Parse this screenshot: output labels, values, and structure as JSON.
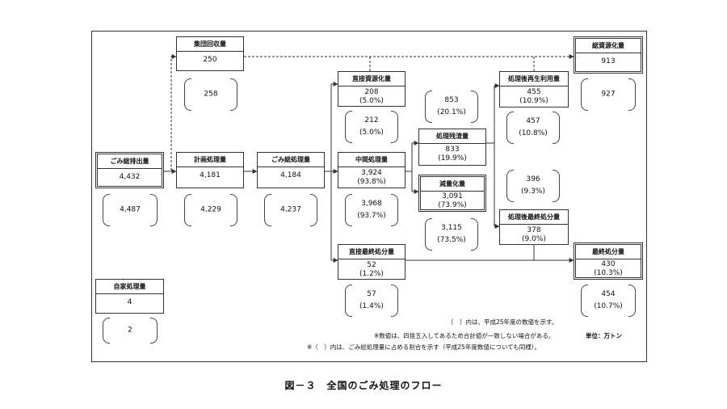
{
  "nodes": {
    "shuudan": {
      "label": "集団回収量",
      "value": "250",
      "prev": "258"
    },
    "gomi_haishutsu": {
      "label": "ごみ総排出量",
      "value": "4,432",
      "prev": "4,487"
    },
    "keikaku": {
      "label": "計画処理量",
      "value": "4,181",
      "prev": "4,229"
    },
    "gomi_shori": {
      "label": "ごみ総処理量",
      "value": "4,184",
      "prev": "4,237"
    },
    "jika": {
      "label": "自家処理量",
      "value": "4",
      "prev": "2"
    },
    "chokusetsu_shigen": {
      "label": "直接資源化量",
      "value": "208",
      "pct": "(5.0%)",
      "prev": "212",
      "prev_pct": "(5.0%)"
    },
    "chukan": {
      "label": "中間処理量",
      "value": "3,924",
      "pct": "(93.8%)",
      "prev": "3,968",
      "prev_pct": "(93.7%)"
    },
    "chokusetsu_saishu": {
      "label": "直接最終処分量",
      "value": "52",
      "pct": "(1.2%)",
      "prev": "57",
      "prev_pct": "(1.4%)"
    },
    "shori_zansa": {
      "label": "処理残渣量",
      "value": "833",
      "pct": "(19.9%)",
      "prev": "853",
      "prev_pct": "(20.1%)"
    },
    "genryou": {
      "label": "減量化量",
      "value": "3,091",
      "pct": "(73.9%)",
      "prev": "3,115",
      "prev_pct": "(73.5%)"
    },
    "saisei_riyou": {
      "label": "処理後再生利用量",
      "value": "455",
      "pct": "(10.9%)",
      "prev": "457",
      "prev_pct": "(10.8%)"
    },
    "saishu_go": {
      "label": "処理後最終処分量",
      "value": "378",
      "pct": "(9.0%)",
      "prev": "396",
      "prev_pct": "(9.3%)"
    },
    "sou_shigen": {
      "label": "総資源化量",
      "value": "913",
      "prev": "927"
    },
    "saishu": {
      "label": "最終処分量",
      "value": "430",
      "pct": "(10.3%)",
      "prev": "454",
      "prev_pct": "(10.7%)"
    }
  },
  "notes": {
    "bracket_note": "〔　〕内は、平成25年度の数値を示す。",
    "rounding_note": "※数値は、四捨五入してあるため合計値が一致しない場合がある。",
    "unit": "単位：万トン",
    "ratio_note": "※（　）内は、ごみ総処理量に占める割合を示す（平成25年度数値についても同様）。"
  },
  "caption": "図－３　全国のごみ処理のフロー"
}
